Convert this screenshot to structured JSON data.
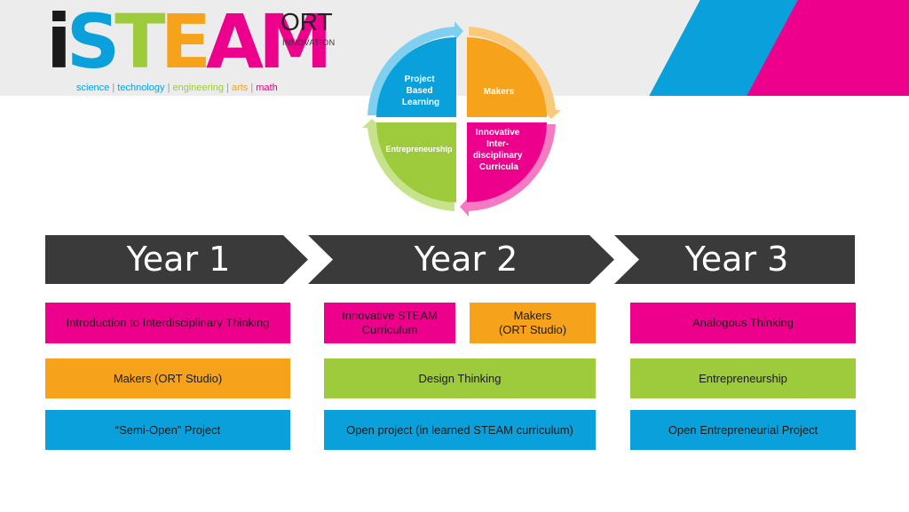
{
  "colors": {
    "magenta": "#ec008c",
    "orange": "#f7a21b",
    "green": "#9dcb3b",
    "blue": "#0aa0dc",
    "dark": "#3a3a3a"
  },
  "logo": {
    "letters": [
      "i",
      "S",
      "T",
      "E",
      "A",
      "M"
    ],
    "ort": "ORT",
    "innovation": "INNOVATION",
    "tagline": [
      "science",
      "technology",
      "engineering",
      "arts",
      "math"
    ],
    "separator": "|"
  },
  "cycle": {
    "segments": [
      {
        "label": "Project\nBased\nLearning",
        "color": "#0aa0dc"
      },
      {
        "label": "Makers",
        "color": "#f7a21b"
      },
      {
        "label": "Innovative\nInter-\ndisciplinary\nCurricula",
        "color": "#ec008c"
      },
      {
        "label": "Entrepreneurship",
        "color": "#9dcb3b"
      }
    ]
  },
  "years": [
    {
      "title": "Year 1",
      "rows": [
        "Introduction to Interdisciplinary Thinking",
        "Makers (ORT Studio)",
        "“Semi-Open” Project"
      ]
    },
    {
      "title": "Year 2",
      "row1": [
        "Innovative STEAM\nCurriculum",
        "Makers\n(ORT Studio)"
      ],
      "rows": [
        "Design Thinking",
        "Open project (in learned STEAM curriculum)"
      ]
    },
    {
      "title": "Year 3",
      "rows": [
        "Analogous Thinking",
        "Entrepreneurship",
        "Open Entrepreneurial Project"
      ]
    }
  ]
}
